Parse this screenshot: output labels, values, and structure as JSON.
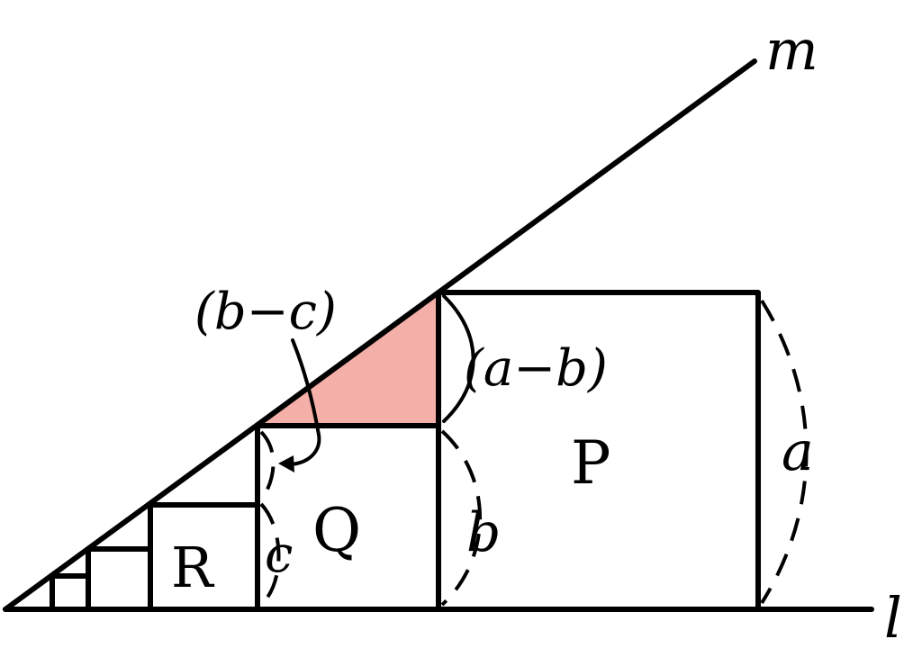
{
  "diagram": {
    "shaded_color": "#f4b0a8",
    "line_color": "#000000",
    "lines": {
      "upper_line": "m",
      "base_line": "l"
    },
    "squares": {
      "large": "P",
      "medium": "Q",
      "small": "R"
    },
    "lengths": {
      "side_a": "a",
      "side_b": "b",
      "side_c": "c",
      "diff_a_b": "(a−b)",
      "diff_b_c": "(b−c)"
    }
  }
}
